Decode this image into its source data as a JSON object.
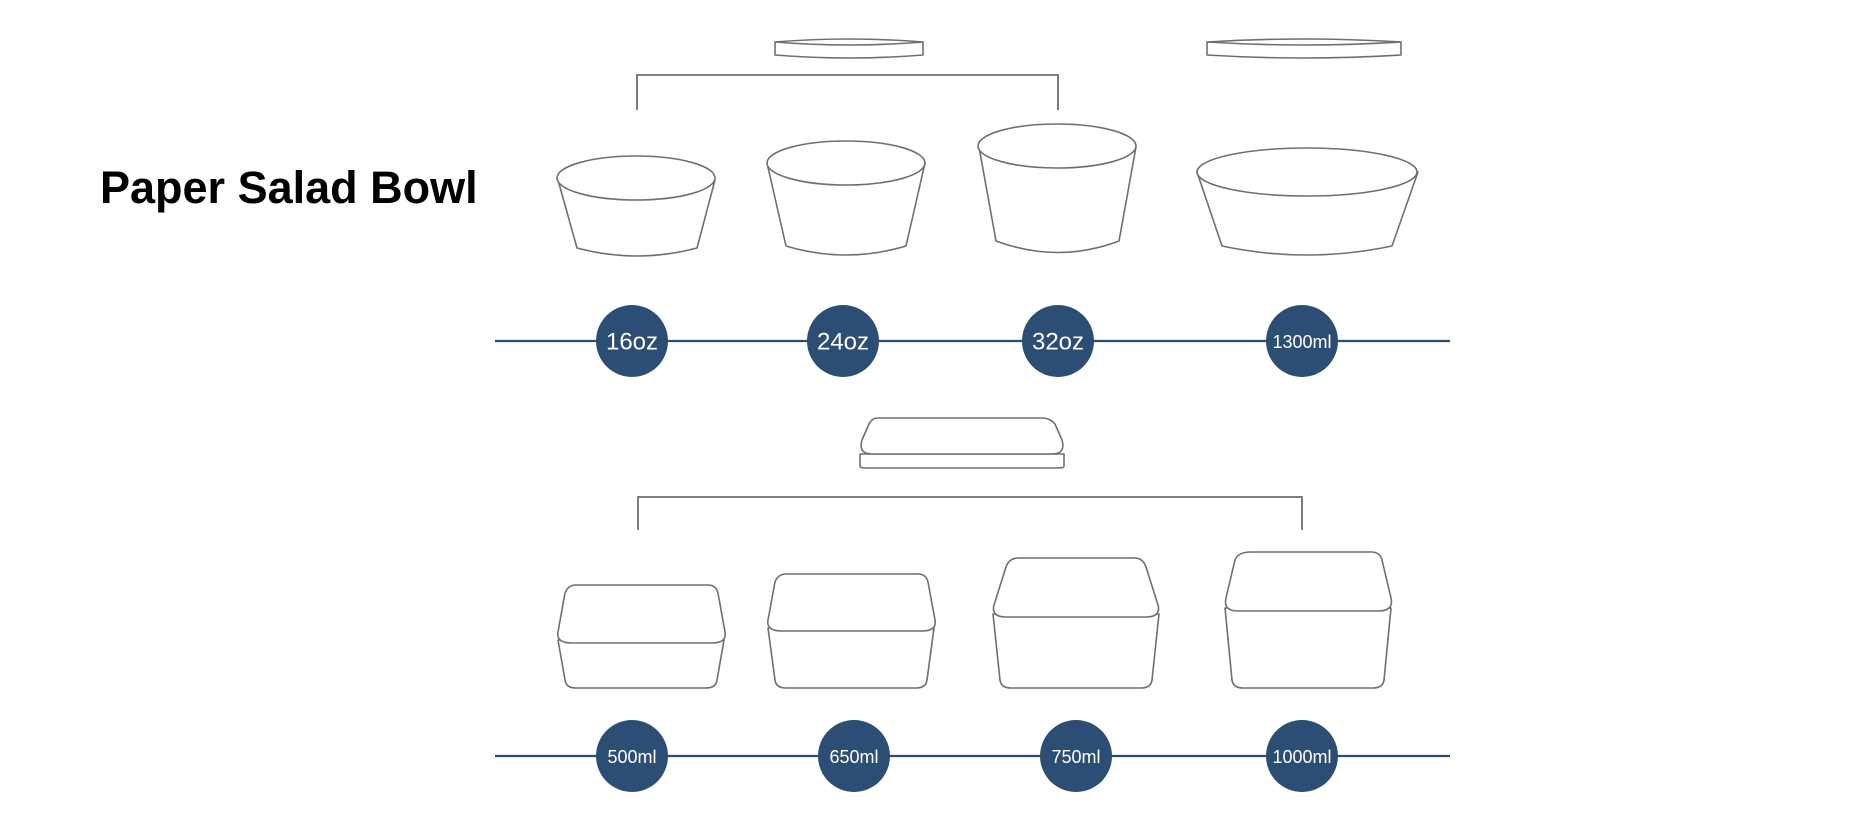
{
  "title": "Paper Salad Bowl",
  "colors": {
    "badge": "#2c4e74",
    "axis": "#2c4e74",
    "outline": "#6f6f6f"
  },
  "round_bowls": {
    "sizes": [
      "16oz",
      "24oz",
      "32oz",
      "1300ml"
    ]
  },
  "rectangular_bowls": {
    "sizes": [
      "500ml",
      "650ml",
      "750ml",
      "1000ml"
    ]
  }
}
